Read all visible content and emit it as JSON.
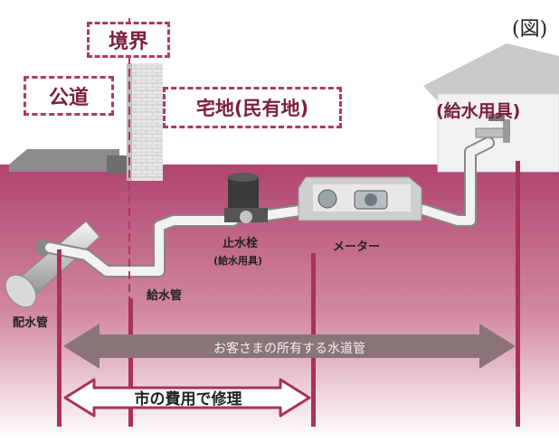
{
  "figure_label": "(図)",
  "labels": {
    "boundary": "境界",
    "public_road": "公道",
    "residential_land": "宅地(民有地)",
    "water_fixtures": "(給水用具)",
    "stop_valve": "止水栓",
    "stop_valve_sub": "(給水用具)",
    "meter": "メーター",
    "service_pipe": "給水管",
    "distribution_main": "配水管"
  },
  "arrows": {
    "customer_owned": "お客さまの所有する水道管",
    "city_repair": "市の費用で修理"
  },
  "colors": {
    "accent": "#b03a5e",
    "ground": "#a43a62",
    "arrow_grey": "#8a7478",
    "label_text": "#7a1f3d"
  }
}
